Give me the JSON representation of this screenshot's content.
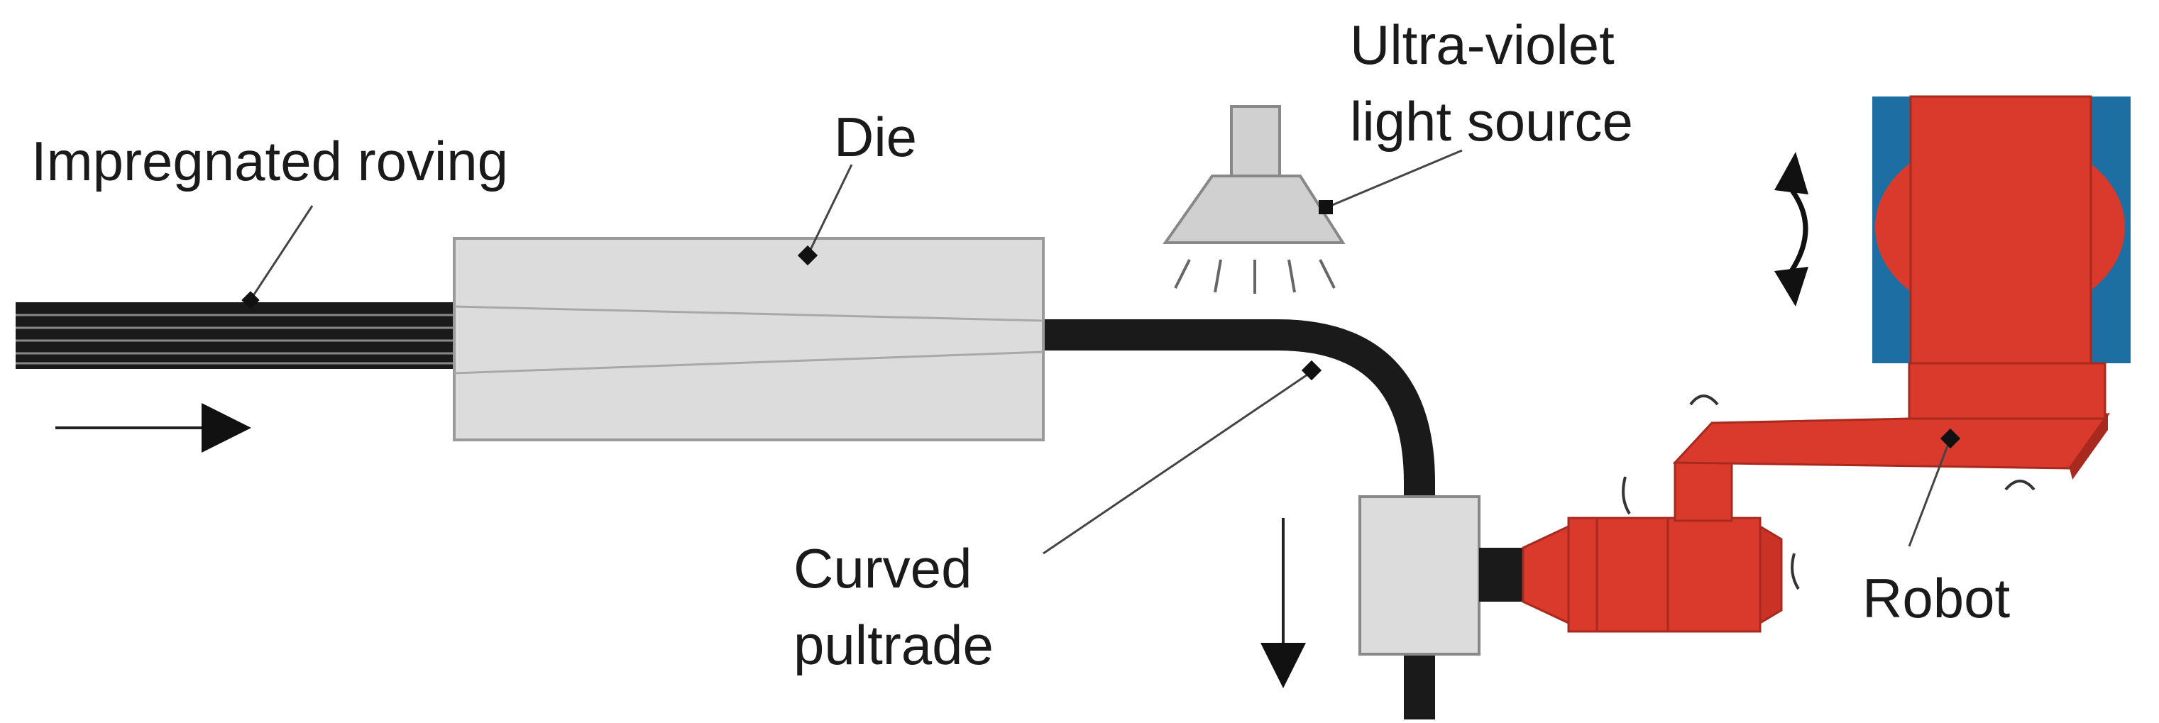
{
  "labels": {
    "roving": "Impregnated roving",
    "die": "Die",
    "uv_line1": "Ultra-violet",
    "uv_line2": "light source",
    "curved_line1": "Curved",
    "curved_line2": "pultrade",
    "robot": "Robot"
  },
  "colors": {
    "roving": "#1a1a1a",
    "die": "#dcdcdc",
    "die_stroke": "#9a9a9a",
    "lamp": "#d0d0d0",
    "robot_red": "#d93a2b",
    "robot_dark": "#a82a1f",
    "robot_blue": "#1d6fa3",
    "gripper": "#dcdcdc"
  },
  "icons": [
    "feed-arrow-icon",
    "downward-arrow-icon",
    "double-headed-curved-arrow-icon",
    "rotation-arrow-icon"
  ]
}
